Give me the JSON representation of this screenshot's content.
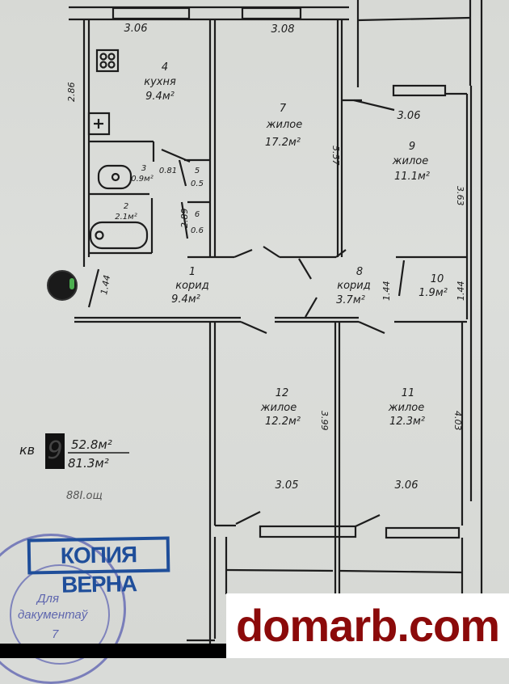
{
  "document": {
    "type": "apartment floor plan",
    "apartment_label": "кв",
    "apartment_number": "9",
    "living_area": "52.8м²",
    "total_area": "81.3м²",
    "handwritten_note": "88I.oщ"
  },
  "rooms": [
    {
      "id": "1",
      "name": "корид",
      "area": "9.4м²"
    },
    {
      "id": "2",
      "name": "",
      "area": "2.1м²"
    },
    {
      "id": "3",
      "name": "",
      "area": "0.9м²"
    },
    {
      "id": "4",
      "name": "кухня",
      "area": "9.4м²"
    },
    {
      "id": "5",
      "name": "",
      "area": "0.5"
    },
    {
      "id": "6",
      "name": "",
      "area": "0.6"
    },
    {
      "id": "7",
      "name": "жилое",
      "area": "17.2м²"
    },
    {
      "id": "8",
      "name": "корид",
      "area": "3.7м²"
    },
    {
      "id": "9",
      "name": "жилое",
      "area": "11.1м²"
    },
    {
      "id": "10",
      "name": "",
      "area": "1.9м²"
    },
    {
      "id": "11",
      "name": "жилое",
      "area": "12.3м²"
    },
    {
      "id": "12",
      "name": "жилое",
      "area": "12.2м²"
    }
  ],
  "dimensions": {
    "kitchen_width": "3.06",
    "room7_width": "3.08",
    "room9_width": "3.06",
    "room12_width": "3.05",
    "room11_width": "3.06",
    "kitchen_depth": "2.86",
    "room7_depth": "5.57",
    "room9_depth": "3.63",
    "room12_depth": "3.99",
    "room11_depth": "4.03",
    "corridor1_side": "1.44",
    "closet_side": "2.89",
    "bath_door": "0.81",
    "corridor8_side": "1.44",
    "room10_side": "1.44"
  },
  "stamp": {
    "main": "КОПИЯ ВЕРНА",
    "line1": "Для",
    "line2": "дакументаў",
    "line3": "7"
  },
  "watermark": {
    "text": "domarb.com",
    "color": "#8b0a0a"
  },
  "colors": {
    "paper": "#d9dbd8",
    "ink": "#1c1c1c",
    "stamp_blue": "#1f4e9a"
  }
}
